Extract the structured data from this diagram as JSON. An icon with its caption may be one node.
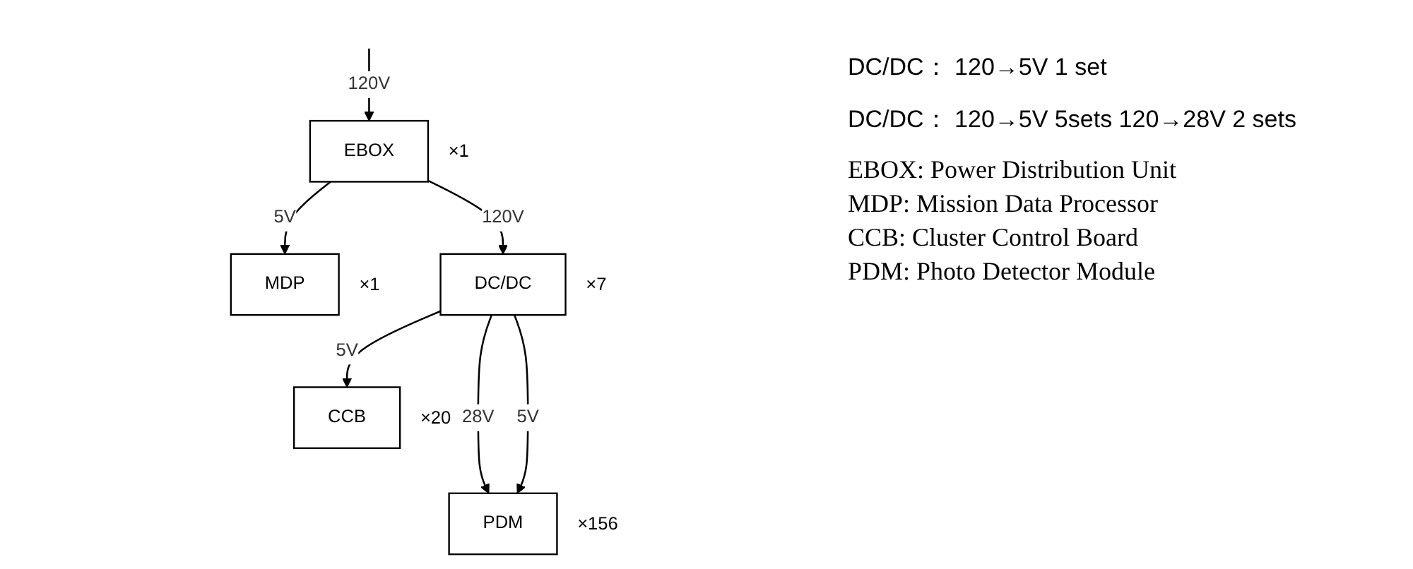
{
  "diagram": {
    "nodes": [
      {
        "text": [
          "EBOX"
        ],
        "beside": [
          "×1"
        ]
      },
      {
        "text": [
          "MDP"
        ],
        "beside": [
          "×1"
        ]
      },
      {
        "text": [
          "DC/DC"
        ],
        "beside": [
          "×7"
        ]
      },
      {
        "text": [
          "CCB"
        ],
        "beside": [
          "×20"
        ]
      },
      {
        "text": [
          "PDM"
        ],
        "beside": [
          "×156"
        ]
      }
    ],
    "edges": [
      {
        "from": null,
        "to": 0,
        "arrow": "to",
        "label": "120V"
      },
      {
        "from": 0,
        "to": 1,
        "arrow": "to",
        "label": "5V"
      },
      {
        "from": 0,
        "to": 2,
        "arrow": "to",
        "label": "120V"
      },
      {
        "from": 2,
        "to": 4,
        "arrow": "to",
        "label": "28V"
      },
      {
        "from": 2,
        "to": 4,
        "arrow": "to",
        "label": "5V"
      },
      {
        "from": 2,
        "to": 3,
        "arrow": "to",
        "label": "5V"
      }
    ],
    "labels": [
      "DC/DC： 120→5V 1 set",
      "DC/DC： 120→5V 5sets 120→28V 2 sets",
      "EBOX: Power Distribution Unit",
      "MDP: Mission Data Processor",
      "CCB: Cluster Control Board",
      "PDM: Photo Detector Module"
    ]
  }
}
